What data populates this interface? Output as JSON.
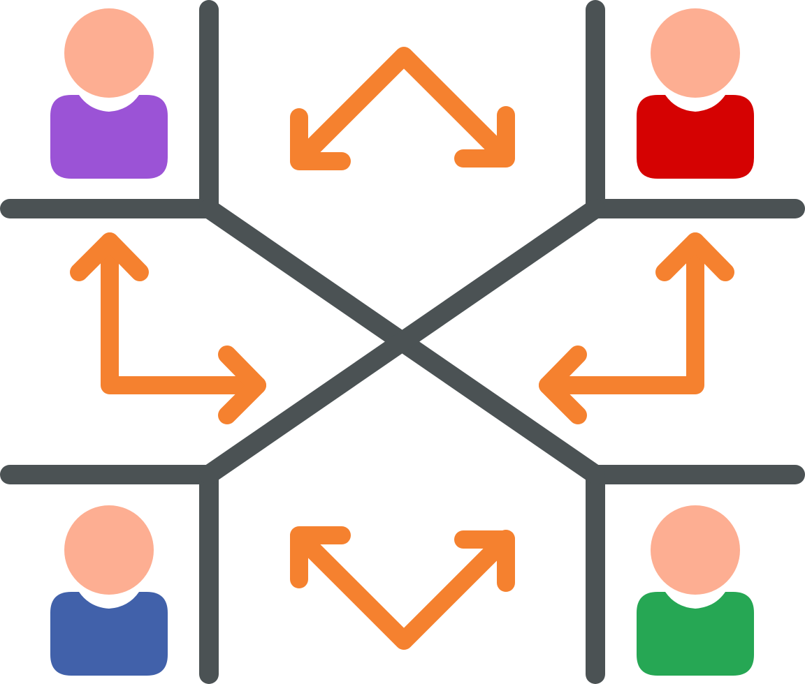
{
  "colors": {
    "background": "#ffffff",
    "divider": "#4b5254",
    "arrow": "#f5812f",
    "head": "#fdae92"
  },
  "people": [
    {
      "name": "top-left",
      "shirt": "#9b53d6"
    },
    {
      "name": "top-right",
      "shirt": "#d50202"
    },
    {
      "name": "bottom-left",
      "shirt": "#4161aa"
    },
    {
      "name": "bottom-right",
      "shirt": "#26a754"
    }
  ],
  "arrows": [
    {
      "name": "top",
      "icon": "double-arrow-caret-up-icon"
    },
    {
      "name": "bottom",
      "icon": "double-arrow-caret-down-icon"
    },
    {
      "name": "left",
      "icon": "double-arrow-corner-left-icon"
    },
    {
      "name": "right",
      "icon": "double-arrow-corner-right-icon"
    }
  ]
}
